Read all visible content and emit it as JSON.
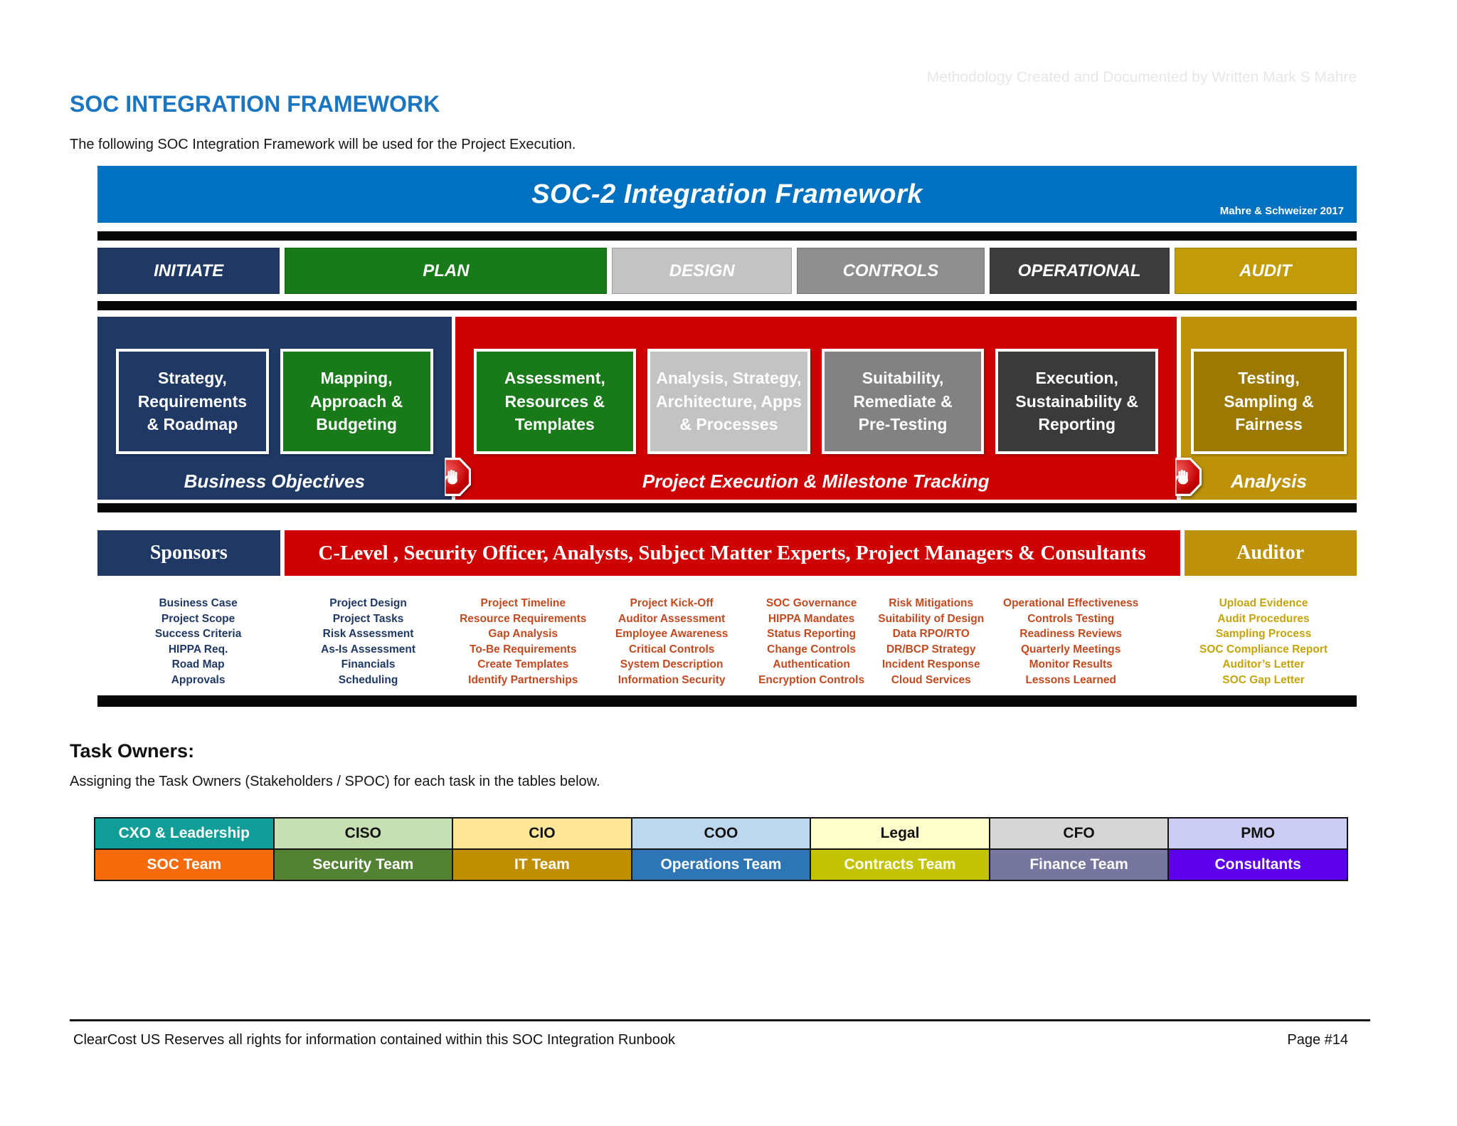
{
  "watermark": "Methodology Created and Documented by Written Mark S Mahre",
  "header": {
    "title": "SOC INTEGRATION FRAMEWORK",
    "subtitle": "The following SOC Integration Framework will be used for the Project Execution.",
    "title_color": "#1B76C2"
  },
  "banner": {
    "title": "SOC-2 Integration Framework",
    "credit": "Mahre & Schweizer 2017",
    "bg": "#0070C0"
  },
  "phases": [
    {
      "label": "INITIATE",
      "bg": "#1F3864",
      "width_pct": 14.4
    },
    {
      "label": "PLAN",
      "bg": "#187A18",
      "width_pct": 25.5
    },
    {
      "label": "DESIGN",
      "bg": "#C3C3C3",
      "width_pct": 14.2
    },
    {
      "label": "CONTROLS",
      "bg": "#8F8F8F",
      "width_pct": 14.8
    },
    {
      "label": "OPERATIONAL",
      "bg": "#3D3D3D",
      "width_pct": 14.2
    },
    {
      "label": "AUDIT",
      "bg": "#C29B09",
      "width_pct": 14.4
    }
  ],
  "sections": [
    {
      "label": "Business Objectives",
      "bg": "#1F3864",
      "boxes": [
        {
          "text": "Strategy,\nRequirements\n& Roadmap",
          "bg": "#1F3864"
        },
        {
          "text": "Mapping,\nApproach &\nBudgeting",
          "bg": "#187A18"
        }
      ]
    },
    {
      "label": "Project Execution & Milestone Tracking",
      "bg": "#CE0202",
      "boxes": [
        {
          "text": "Assessment,\nResources &\nTemplates",
          "bg": "#187A18"
        },
        {
          "text": "Analysis, Strategy,\nArchitecture, Apps\n& Processes",
          "bg": "#C3C3C3"
        },
        {
          "text": "Suitability,\nRemediate &\nPre-Testing",
          "bg": "#828282"
        },
        {
          "text": "Execution,\nSustainability &\nReporting",
          "bg": "#3A3A3A"
        }
      ]
    },
    {
      "label": "Analysis",
      "bg": "#BE9208",
      "boxes": [
        {
          "text": "Testing,\nSampling &\nFairness",
          "bg": "#9C7A02"
        }
      ]
    }
  ],
  "roles": [
    {
      "label": "Sponsors",
      "bg": "#1F3864"
    },
    {
      "label": "C-Level , Security Officer, Analysts, Subject Matter Experts, Project Managers & Consultants",
      "bg": "#CE0202"
    },
    {
      "label": "Auditor",
      "bg": "#BE9208"
    }
  ],
  "task_columns": [
    {
      "color": "#1F3864",
      "items": [
        "Business Case",
        "Project Scope",
        "Success Criteria",
        "HIPPA Req.",
        "Road Map",
        "Approvals"
      ]
    },
    {
      "color": "#1F3864",
      "items": [
        "Project Design",
        "Project Tasks",
        "Risk Assessment",
        "As-Is Assessment",
        "Financials",
        "Scheduling"
      ]
    },
    {
      "color": "#C14A21",
      "items": [
        "Project Timeline",
        "Resource Requirements",
        "Gap Analysis",
        "To-Be Requirements",
        "Create Templates",
        "Identify Partnerships"
      ]
    },
    {
      "color": "#C14A21",
      "items": [
        "Project Kick-Off",
        "Auditor Assessment",
        "Employee Awareness",
        "Critical Controls",
        "System Description",
        "Information Security"
      ]
    },
    {
      "color": "#C14A21",
      "items": [
        "SOC Governance",
        "HIPPA Mandates",
        "Status Reporting",
        "Change Controls",
        "Authentication",
        "Encryption Controls"
      ]
    },
    {
      "color": "#C14A21",
      "items": [
        "Risk Mitigations",
        "Suitability of Design",
        "Data RPO/RTO",
        "DR/BCP Strategy",
        "Incident Response",
        "Cloud Services"
      ]
    },
    {
      "color": "#C14A21",
      "items": [
        "Operational Effectiveness",
        "Controls Testing",
        "Readiness Reviews",
        "Quarterly Meetings",
        "Monitor Results",
        "Lessons Learned"
      ]
    },
    {
      "color": "#C5A30B",
      "items": [
        "Upload Evidence",
        "Audit Procedures",
        "Sampling Process",
        "SOC Compliance Report",
        "Auditor’s Letter",
        "SOC Gap Letter"
      ]
    }
  ],
  "task_owners": {
    "heading": "Task Owners:",
    "description": "Assigning the Task Owners (Stakeholders / SPOC) for each task in the tables below."
  },
  "owners_table": {
    "header": [
      {
        "label": "CXO & Leadership",
        "bg": "#119E98",
        "fg": "#FFFFFF"
      },
      {
        "label": "CISO",
        "bg": "#C6E0B4",
        "fg": "#111111"
      },
      {
        "label": "CIO",
        "bg": "#FFE699",
        "fg": "#111111"
      },
      {
        "label": "COO",
        "bg": "#BDD7EE",
        "fg": "#111111"
      },
      {
        "label": "Legal",
        "bg": "#FFFFCC",
        "fg": "#111111"
      },
      {
        "label": "CFO",
        "bg": "#D6D6D6",
        "fg": "#111111"
      },
      {
        "label": "PMO",
        "bg": "#CCCCF4",
        "fg": "#111111"
      }
    ],
    "teams": [
      {
        "label": "SOC Team",
        "bg": "#F56A0B",
        "fg": "#FFFFFF"
      },
      {
        "label": "Security Team",
        "bg": "#548235",
        "fg": "#FFFFFF"
      },
      {
        "label": "IT Team",
        "bg": "#BF8F00",
        "fg": "#FFFFFF"
      },
      {
        "label": "Operations Team",
        "bg": "#2E75B6",
        "fg": "#FFFFFF"
      },
      {
        "label": "Contracts Team",
        "bg": "#C2C303",
        "fg": "#FFFFFF"
      },
      {
        "label": "Finance Team",
        "bg": "#76769E",
        "fg": "#FFFFFF"
      },
      {
        "label": "Consultants",
        "bg": "#5D00EC",
        "fg": "#FFFFFF"
      }
    ]
  },
  "footer": {
    "left": "ClearCost US Reserves all rights for information contained within this SOC Integration Runbook",
    "right": "Page #14"
  }
}
